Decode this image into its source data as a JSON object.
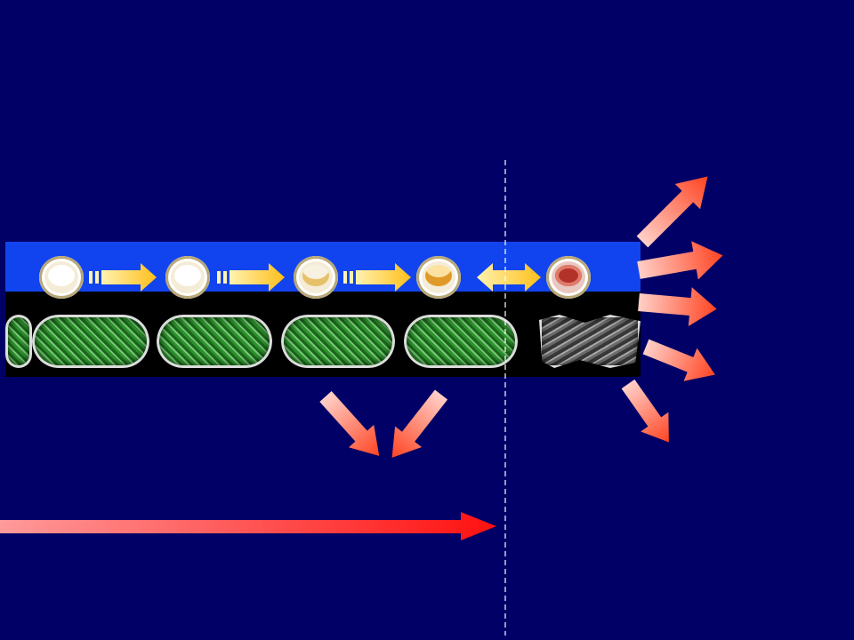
{
  "colors": {
    "background": "#000066",
    "band": "#1144ee",
    "vessel": "#000000",
    "tissue": "#2f9a2f",
    "stage_arrow": "#ffcc33",
    "outgoing_arrow": "#ff5533",
    "timeline_arrow": "#ff2222",
    "threshold_line": "#ffffff"
  },
  "cells": [
    {
      "stage": 1,
      "icon": "healthy-cell-icon"
    },
    {
      "stage": 2,
      "icon": "healthy-cell-icon"
    },
    {
      "stage": 3,
      "icon": "vacuolated-cell-icon"
    },
    {
      "stage": 4,
      "icon": "degenerating-cell-icon"
    },
    {
      "stage": 5,
      "icon": "necrotic-cell-icon"
    }
  ],
  "stage_arrows": [
    {
      "from": 1,
      "to": 2,
      "direction": "forward"
    },
    {
      "from": 2,
      "to": 3,
      "direction": "forward"
    },
    {
      "from": 3,
      "to": 4,
      "direction": "forward"
    },
    {
      "from": 4,
      "to": 5,
      "direction": "bidirectional"
    }
  ],
  "segments": [
    {
      "index": 1,
      "state": "normal"
    },
    {
      "index": 2,
      "state": "normal"
    },
    {
      "index": 3,
      "state": "normal"
    },
    {
      "index": 4,
      "state": "normal"
    },
    {
      "index": 5,
      "state": "damaged"
    }
  ],
  "outgoing_arrows_count": 5,
  "converging_arrows_count": 2,
  "timeline_arrow": {
    "direction": "right"
  },
  "threshold_line": {
    "style": "dashed"
  }
}
